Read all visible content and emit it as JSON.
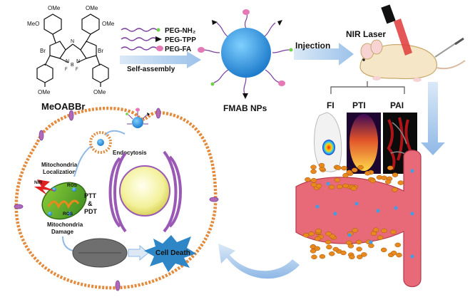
{
  "molecule": {
    "name": "MeOABBr",
    "substituents": {
      "ome_top_left_1": "OMe",
      "ome_top_left_2": "MeO",
      "ome_top_right_1": "OMe",
      "ome_top_right_2": "OMe",
      "br_left": "Br",
      "br_right": "Br",
      "ome_bottom_left": "OMe",
      "ome_bottom_right": "OMe",
      "n_top": "N",
      "n_left": "N",
      "n_right": "N",
      "b_center": "B",
      "f_left": "F",
      "f_right": "F"
    }
  },
  "peg": {
    "items": [
      "PEG-NH₂",
      "PEG-TPP",
      "PEG-FA"
    ],
    "process": "Self-assembly"
  },
  "nanoparticle": {
    "name": "FMAB NPs"
  },
  "injection": {
    "label": "Injection"
  },
  "laser": {
    "label": "NIR Laser"
  },
  "imaging": {
    "labels": [
      "FI",
      "PTI",
      "PAI"
    ]
  },
  "cell": {
    "endocytosis": "Endocytosis",
    "mito_localization": [
      "Mitochondria",
      "Localization"
    ],
    "nir": "NIR",
    "ros": "ROS",
    "therapy": [
      "PTT",
      "&",
      "PDT"
    ],
    "mito_damage": [
      "Mitochondria",
      "Damage"
    ],
    "cell_death": "Cell Death"
  },
  "colors": {
    "nanoparticle": "#2b8fd8",
    "arrow": "#a9c8ea",
    "membrane": "#e38a3c",
    "vessel": "#e86a78",
    "mitochondria": "#5aa02c",
    "golgi": "#9b59b6",
    "death": "#2f86c6"
  }
}
